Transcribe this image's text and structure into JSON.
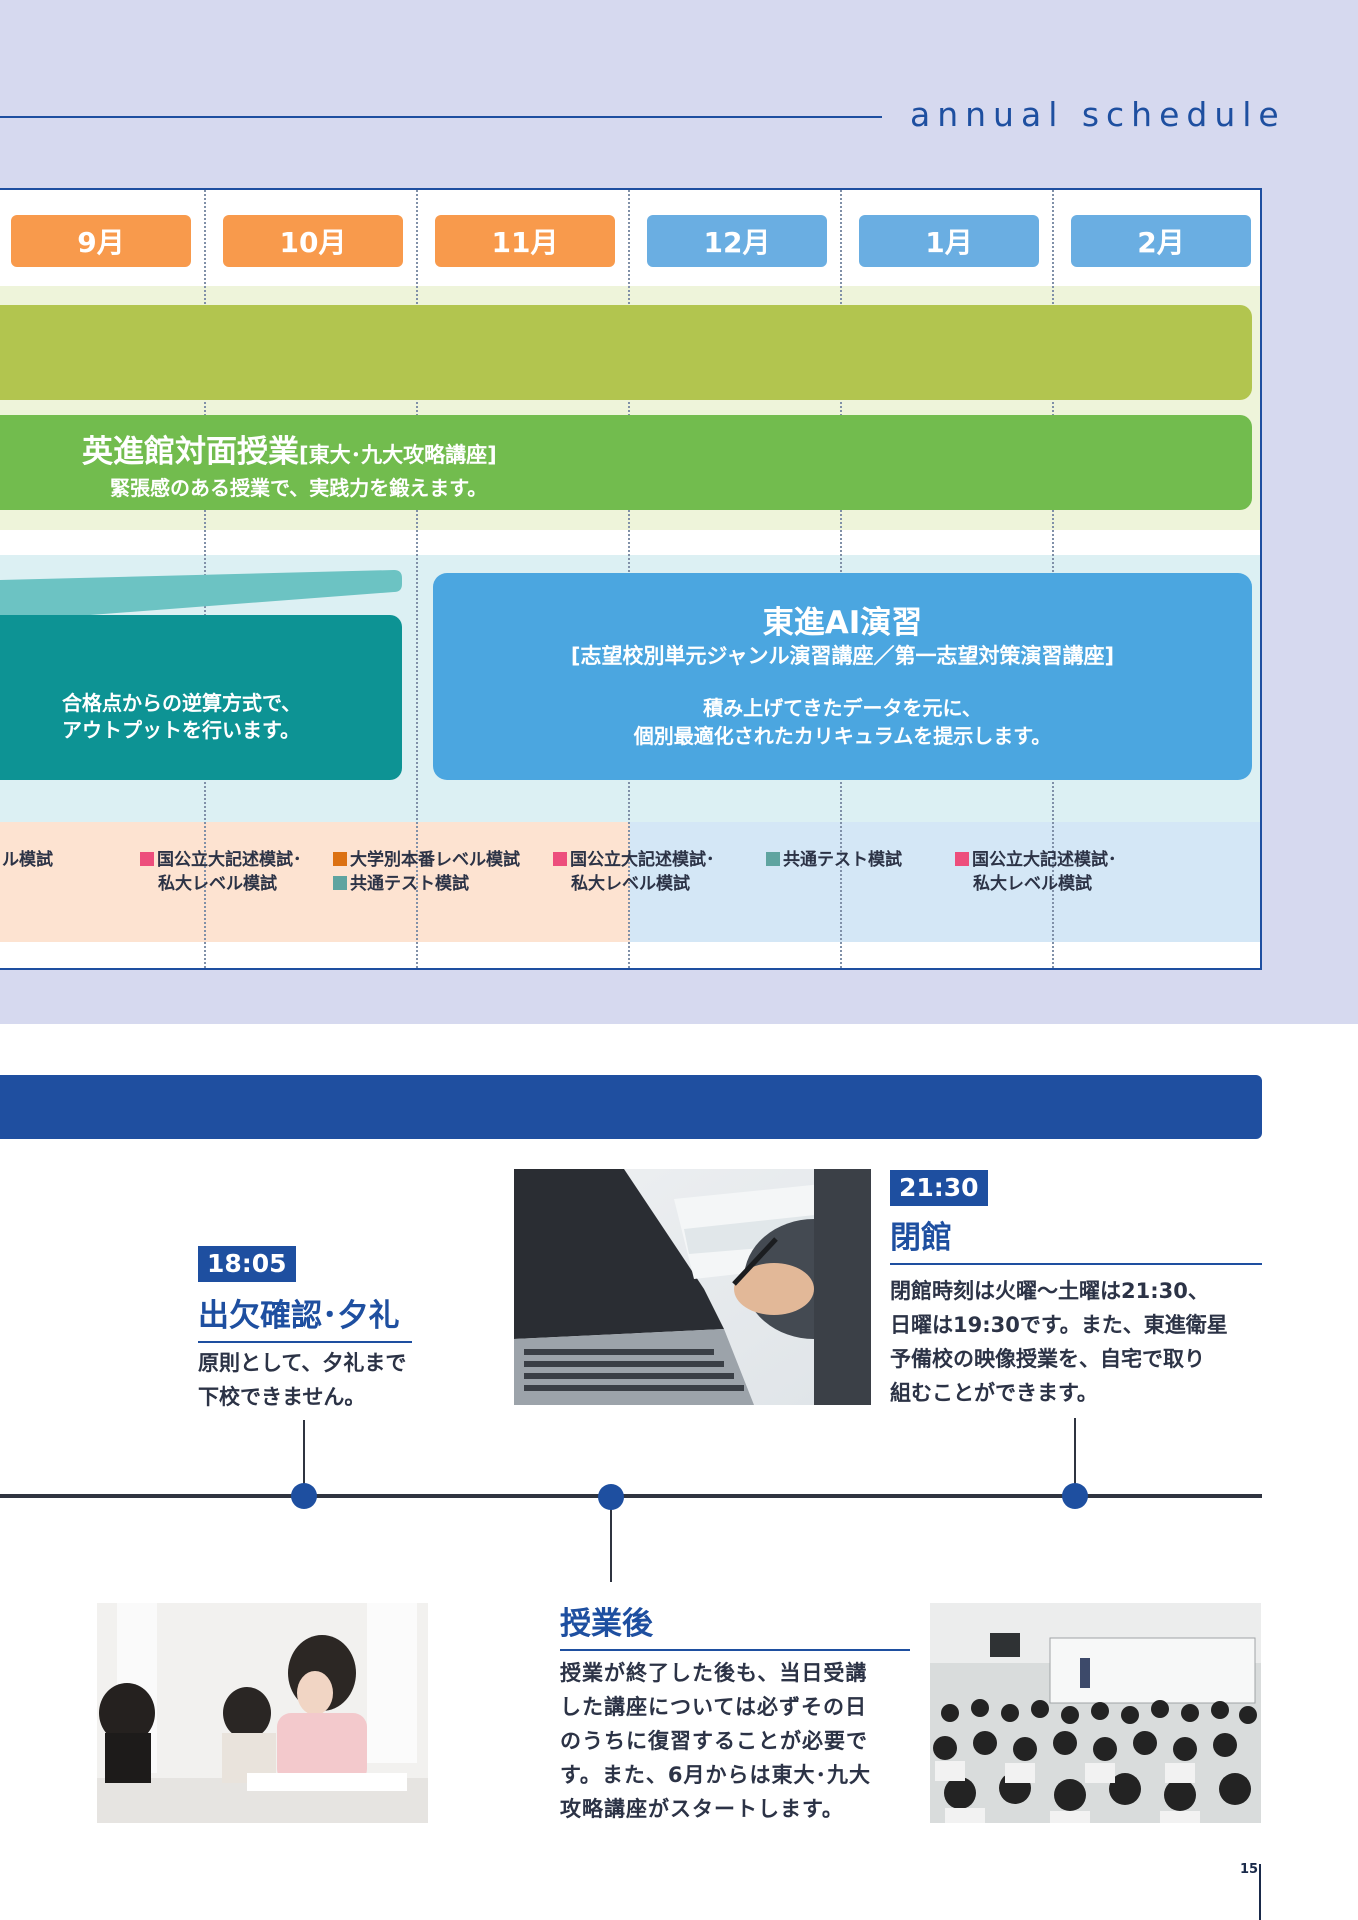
{
  "header": {
    "title": "annual schedule"
  },
  "months": [
    "9月",
    "10月",
    "11月",
    "12月",
    "1月",
    "2月"
  ],
  "bands": {
    "green_title": "英進館対面授業",
    "green_bracket": "[東大･九大攻略講座]",
    "green_sub": "緊張感のある授業で、実践力を鍛えます。",
    "teal_line1": "合格点からの逆算方式で、",
    "teal_line2": "アウトプットを行います。",
    "ai_title": "東進AI演習",
    "ai_sub": "[志望校別単元ジャンル演習講座／第一志望対策演習講座]",
    "ai_line1": "積み上げてきたデータを元に、",
    "ai_line2": "個別最適化されたカリキュラムを提示します。"
  },
  "exams": {
    "e0": "ル模試",
    "e1a": "国公立大記述模試･",
    "e1b": "私大レベル模試",
    "e2a": "大学別本番レベル模試",
    "e2b": "共通テスト模試",
    "e3a": "国公立大記述模試･",
    "e3b": "私大レベル模試",
    "e4": "共通テスト模試",
    "e5a": "国公立大記述模試･",
    "e5b": "私大レベル模試"
  },
  "events": {
    "roll": {
      "time": "18:05",
      "title": "出欠確認･夕礼",
      "line1": "原則として、夕礼まで",
      "line2": "下校できません。"
    },
    "after": {
      "title": "授業後",
      "l1": "授業が終了した後も、当日受講",
      "l2": "した講座については必ずその日",
      "l3": "のうちに復習することが必要で",
      "l4": "す。また、6月からは東大･九大",
      "l5": "攻略講座がスタートします。"
    },
    "close": {
      "time": "21:30",
      "title": "閉館",
      "l1": "閉館時刻は火曜～土曜は21:30、",
      "l2": "日曜は19:30です。また、東進衛星",
      "l3": "予備校の映像授業を、自宅で取り",
      "l4": "組むことができます。"
    }
  },
  "page_number": "15"
}
